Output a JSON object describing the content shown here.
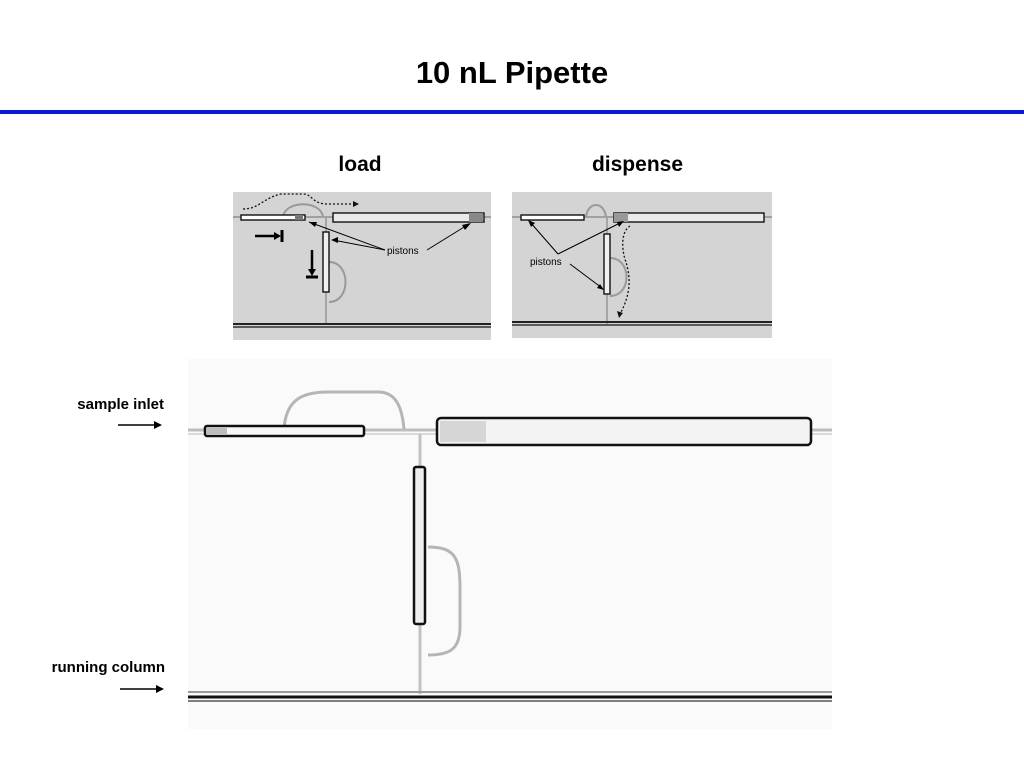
{
  "slide": {
    "title": "10 nL Pipette",
    "accent_color": "#0a18d4"
  },
  "load_panel": {
    "heading": "load",
    "piston_label": "pistons"
  },
  "dispense_panel": {
    "heading": "dispense",
    "piston_label": "pistons"
  },
  "main_diagram": {
    "inlet_label": "sample inlet",
    "column_label": "running column"
  }
}
